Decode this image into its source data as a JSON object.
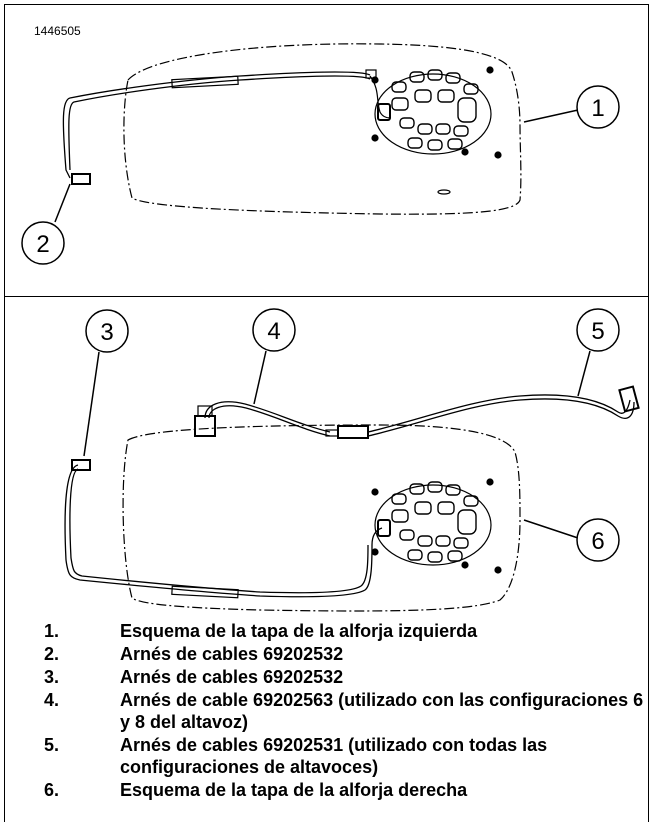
{
  "figure_id": "1446505",
  "callouts": [
    "1",
    "2",
    "3",
    "4",
    "5",
    "6"
  ],
  "legend": [
    {
      "num": "1.",
      "text": "Esquema de la tapa de la alforja izquierda"
    },
    {
      "num": "2.",
      "text": "Arnés de cables 69202532"
    },
    {
      "num": "3.",
      "text": "Arnés de cables 69202532"
    },
    {
      "num": "4.",
      "text": "Arnés de cable 69202563 (utilizado con las configuraciones 6 y 8 del altavoz)"
    },
    {
      "num": "5.",
      "text": "Arnés de cables 69202531 (utilizado con todas las configuraciones de altavoces)"
    },
    {
      "num": "6.",
      "text": "Esquema de la tapa de la alforja derecha"
    }
  ]
}
